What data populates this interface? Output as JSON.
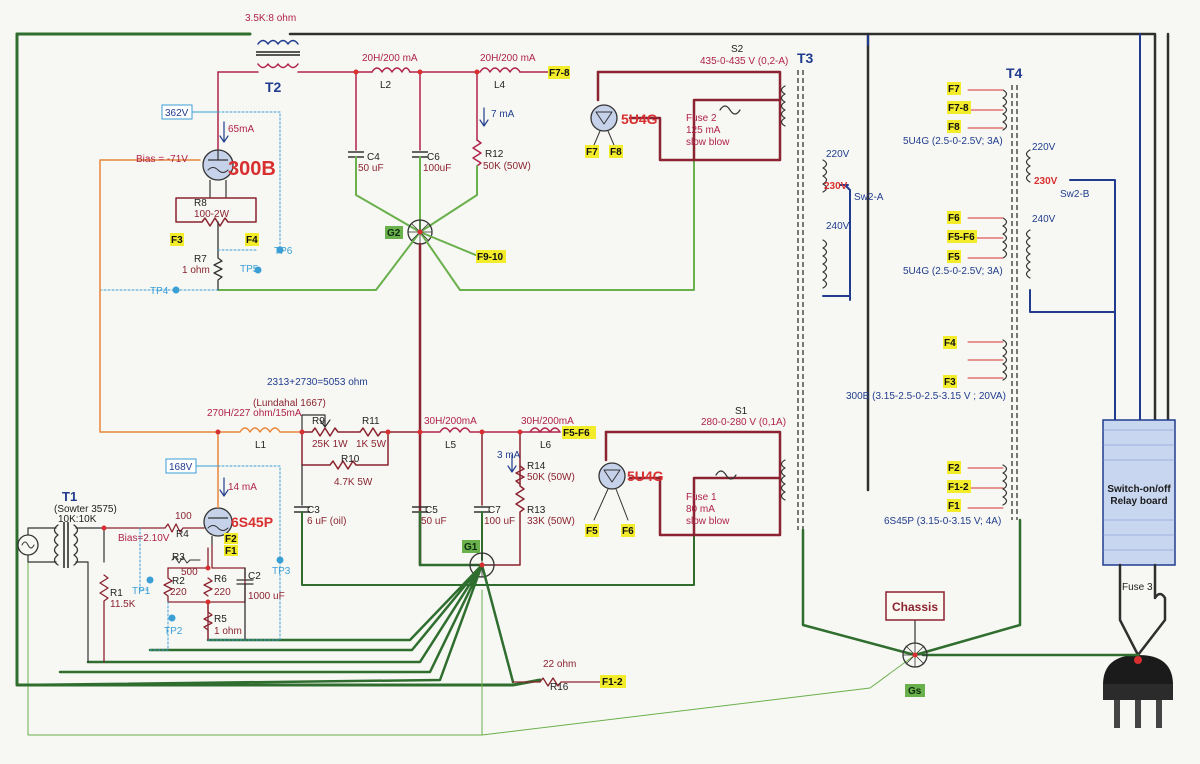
{
  "transformers": {
    "t1": {
      "name": "T1",
      "desc1": "(Sowter 3575)",
      "desc2": "10K:10K"
    },
    "t2": {
      "name": "T2",
      "ratio": "3.5K:8 ohm"
    },
    "t3": {
      "name": "T3"
    },
    "t4": {
      "name": "T4"
    }
  },
  "tubes": {
    "v300b": {
      "name": "300B",
      "bias": "Bias = -71V",
      "current": "65mA",
      "plate_voltage": "362V"
    },
    "v6s45p": {
      "name": "6S45P",
      "bias": "Bias=2.10V",
      "current": "14 mA",
      "plate_voltage": "168V"
    },
    "rect1": {
      "name": "5U4G"
    },
    "rect2": {
      "name": "5U4G"
    }
  },
  "inductors": {
    "l1": {
      "value": "270H/227 ohm/15mA",
      "label": "L1",
      "note": "(Lundahal 1667)"
    },
    "l2": {
      "value": "20H/200 mA",
      "label": "L2"
    },
    "l4": {
      "value": "20H/200 mA",
      "label": "L4"
    },
    "l5": {
      "value": "30H/200mA",
      "label": "L5"
    },
    "l6": {
      "value": "30H/200mA",
      "label": "L6"
    }
  },
  "resistors": {
    "r1": {
      "name": "R1",
      "value": "11.5K"
    },
    "r2": {
      "name": "R2",
      "value": "220"
    },
    "r3": {
      "name": "R3",
      "value": "500"
    },
    "r4": {
      "name": "R4",
      "value": "100"
    },
    "r5": {
      "name": "R5",
      "value": "1 ohm"
    },
    "r6": {
      "name": "R6",
      "value": "220"
    },
    "r7": {
      "name": "R7",
      "value": "1 ohm"
    },
    "r8": {
      "name": "R8",
      "value": "100-2W"
    },
    "r9": {
      "name": "R9",
      "value": "25K 1W"
    },
    "r10": {
      "name": "R10",
      "value": "4.7K 5W"
    },
    "r11": {
      "name": "R11",
      "value": "1K 5W"
    },
    "r12": {
      "name": "R12",
      "value": "50K (50W)",
      "current": "7 mA"
    },
    "r13": {
      "name": "R13",
      "value": "33K (50W)"
    },
    "r14": {
      "name": "R14",
      "value": "50K (50W)",
      "current": "3 mA"
    },
    "r16": {
      "name": "R16",
      "value": "22 ohm"
    }
  },
  "capacitors": {
    "c2": {
      "name": "C2",
      "value": "1000 uF"
    },
    "c3": {
      "name": "C3",
      "value": "6 uF (oil)"
    },
    "c4": {
      "name": "C4",
      "value": "50 uF"
    },
    "c5": {
      "name": "C5",
      "value": "50 uF"
    },
    "c6": {
      "name": "C6",
      "value": "100uF"
    },
    "c7": {
      "name": "C7",
      "value": "100 uF"
    }
  },
  "fuses": {
    "fuse1": {
      "name": "Fuse 1",
      "rating": "80 mA",
      "type": "slow blow"
    },
    "fuse2": {
      "name": "Fuse 2",
      "rating": "125 mA",
      "type": "slow blow"
    },
    "fuse3": {
      "name": "Fuse 3"
    }
  },
  "secondaries": {
    "s1": {
      "name": "S1",
      "value": "280-0-280 V (0,1A)"
    },
    "s2": {
      "name": "S2",
      "value": "435-0-435 V (0,2-A)"
    }
  },
  "primaries": {
    "v220": "220V",
    "v230": "230V",
    "v240": "240V",
    "sw2a": "Sw2-A",
    "sw2b": "Sw2-B"
  },
  "t4_windings": {
    "w1": "5U4G (2.5-0-2.5V; 3A)",
    "w2": "5U4G (2.5-0-2.5V; 3A)",
    "w3": "300B (3.15-2.5-0-2.5-3.15 V ; 20VA)",
    "w4": "6S45P (3.15-0-3.15 V;  4A)"
  },
  "heater_tags": {
    "F1": "F1",
    "F2": "F2",
    "F3": "F3",
    "F4": "F4",
    "F5": "F5",
    "F6": "F6",
    "F7": "F7",
    "F8": "F8",
    "F12": "F1-2",
    "F56": "F5-F6",
    "F78": "F7-8",
    "F910": "F9-10"
  },
  "test_points": {
    "tp1": "TP1",
    "tp2": "TP2",
    "tp3": "TP3",
    "tp4": "TP4",
    "tp5": "TP5",
    "tp6": "TP6"
  },
  "grounds": {
    "g1": "G1",
    "g2": "G2",
    "gs": "Gs",
    "chassis": "Chassis"
  },
  "relay": {
    "line1": "Switch-on/off",
    "line2": "Relay board"
  },
  "note": "2313+2730=5053 ohm",
  "colors": {
    "b_plus": "#b0224a",
    "ground": "#2f6e2e",
    "ground_light": "#6ab04c",
    "signal": "#e9863a",
    "testpoint": "#3b9fd6",
    "mains": "#213c8e",
    "heater": "#d83030",
    "tag": "#f2ec2a"
  }
}
